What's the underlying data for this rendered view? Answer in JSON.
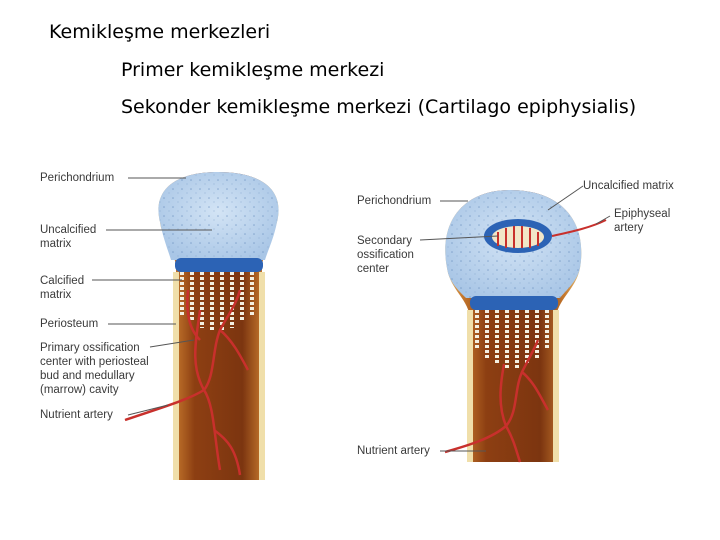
{
  "headings": {
    "title": "Kemikleşme merkezleri",
    "primary": "Primer kemikleşme merkezi",
    "secondary": "Sekonder kemikleşme merkezi (Cartilago epiphysialis)"
  },
  "left_figure": {
    "labels": {
      "perichondrium": "Perichondrium",
      "uncalcified_matrix": "Uncalcified\nmatrix",
      "calcified_matrix": "Calcified\nmatrix",
      "periosteum": "Periosteum",
      "primary_center": "Primary ossification\ncenter with periosteal\nbud and medullary\n(marrow) cavity",
      "nutrient_artery": "Nutrient artery"
    }
  },
  "right_figure": {
    "labels": {
      "perichondrium": "Perichondrium",
      "uncalcified_matrix": "Uncalcified matrix",
      "secondary_center": "Secondary\nossification\ncenter",
      "epiphyseal_artery": "Epiphyseal\nartery",
      "nutrient_artery": "Nutrient artery"
    }
  },
  "colors": {
    "cartilage": "#b9d3ee",
    "bone_outer": "#e8c06a",
    "marrow": "#8a3b12",
    "vessel": "#c8302c",
    "leader_line": "#555555"
  }
}
